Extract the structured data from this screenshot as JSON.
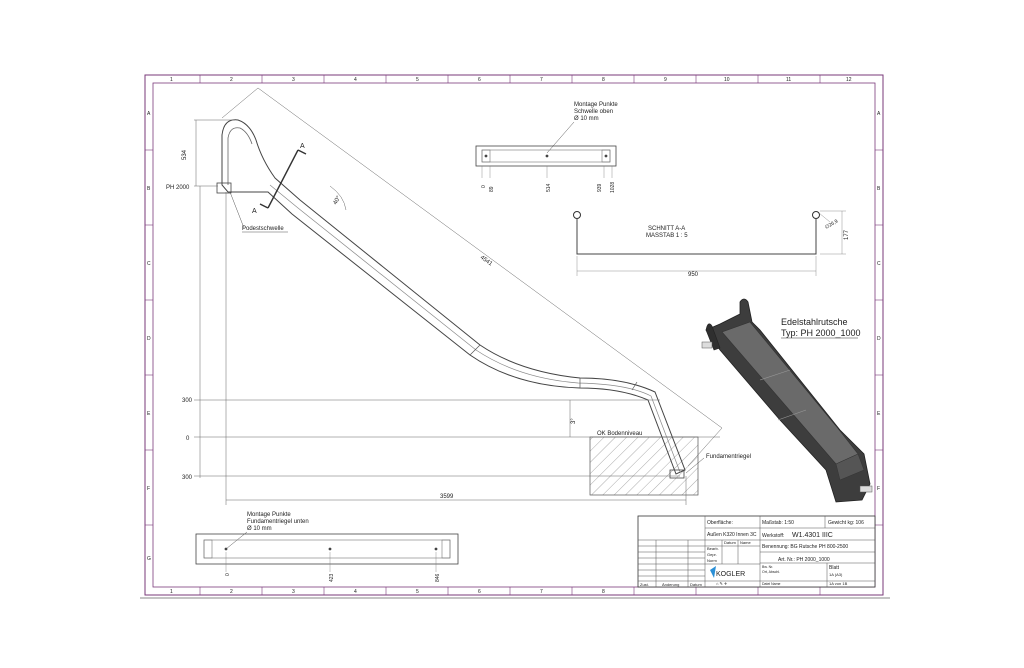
{
  "drawing": {
    "columns": [
      "1",
      "2",
      "3",
      "4",
      "5",
      "6",
      "7",
      "8",
      "9",
      "10",
      "11",
      "12"
    ],
    "rows": [
      "A",
      "B",
      "C",
      "D",
      "E",
      "F",
      "G"
    ],
    "dimensions": {
      "height_top": "534",
      "ph": "PH 2000",
      "length": "4541",
      "angle_top": "40°",
      "angle_bottom": "3°",
      "level_300": "300",
      "level_0": "0",
      "level_m300": "300",
      "width": "3599"
    },
    "labels": {
      "section_marker": "A",
      "podest": "Podestschwelle",
      "ok_boden": "OK Bodenniveau",
      "fundament": "Fundamentriegel"
    },
    "top_view": {
      "note_line1": "Montage Punkte",
      "note_line2": "Schwelle oben",
      "note_line3": "Ø 10 mm",
      "dims": [
        "0",
        "89",
        "514",
        "939",
        "1028"
      ]
    },
    "section": {
      "title_line1": "SCHNITT A-A",
      "title_line2": "MASSTAB 1 : 5",
      "radius": "∅26,9",
      "height": "177",
      "width": "950"
    },
    "iso": {
      "title_line1": "Edelstahlrutsche",
      "title_line2": "Typ: PH 2000_1000"
    },
    "bottom_view": {
      "note_line1": "Montage Punkte",
      "note_line2": "Fundamentriegel unten",
      "note_line3": "Ø 10 mm",
      "dims": [
        "0",
        "423",
        "846"
      ]
    },
    "title_block": {
      "oberflaeche_label": "Oberfläche:",
      "oberflaeche_value": "Außen K320 Innen 3C",
      "massstab": "Maßstab: 1:50",
      "gewicht": "Gewicht kg: 106",
      "werkstoff_label": "Werkstoff:",
      "werkstoff_value": "W1.4301 IIIC",
      "col_datum": "Datum",
      "col_name": "Name",
      "row_bearb": "Bearb.",
      "row_gepr": "Gepr.",
      "row_norm": "Norm",
      "benennung": "Benennung: BG Rutsche PH 800-2500",
      "art_nr": "Art. Nr.: PH 2000_1000",
      "logo": "KOGLER",
      "blatt": "Blatt",
      "blatt_a": "1A (A3)",
      "blatt_b": "1A von 1B",
      "small1": "Bw. Nr.",
      "small2": "Ort, Abschl.",
      "small3": "Datei Name",
      "rev_zust": "Zust.",
      "rev_aend": "Änderung",
      "rev_datum": "Datum"
    }
  }
}
